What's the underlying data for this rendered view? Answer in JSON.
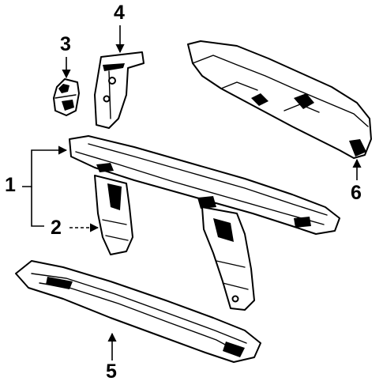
{
  "diagram": {
    "colors": {
      "line": "#000000",
      "background": "#ffffff"
    },
    "callouts": [
      {
        "id": "1",
        "label": "1"
      },
      {
        "id": "2",
        "label": "2"
      },
      {
        "id": "3",
        "label": "3"
      },
      {
        "id": "4",
        "label": "4"
      },
      {
        "id": "5",
        "label": "5"
      },
      {
        "id": "6",
        "label": "6"
      }
    ]
  }
}
